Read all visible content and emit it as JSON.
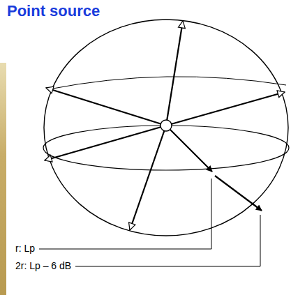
{
  "diagram": {
    "title": "Point source",
    "labels": [
      "r: Lp",
      "2r: Lp – 6 dB"
    ]
  }
}
